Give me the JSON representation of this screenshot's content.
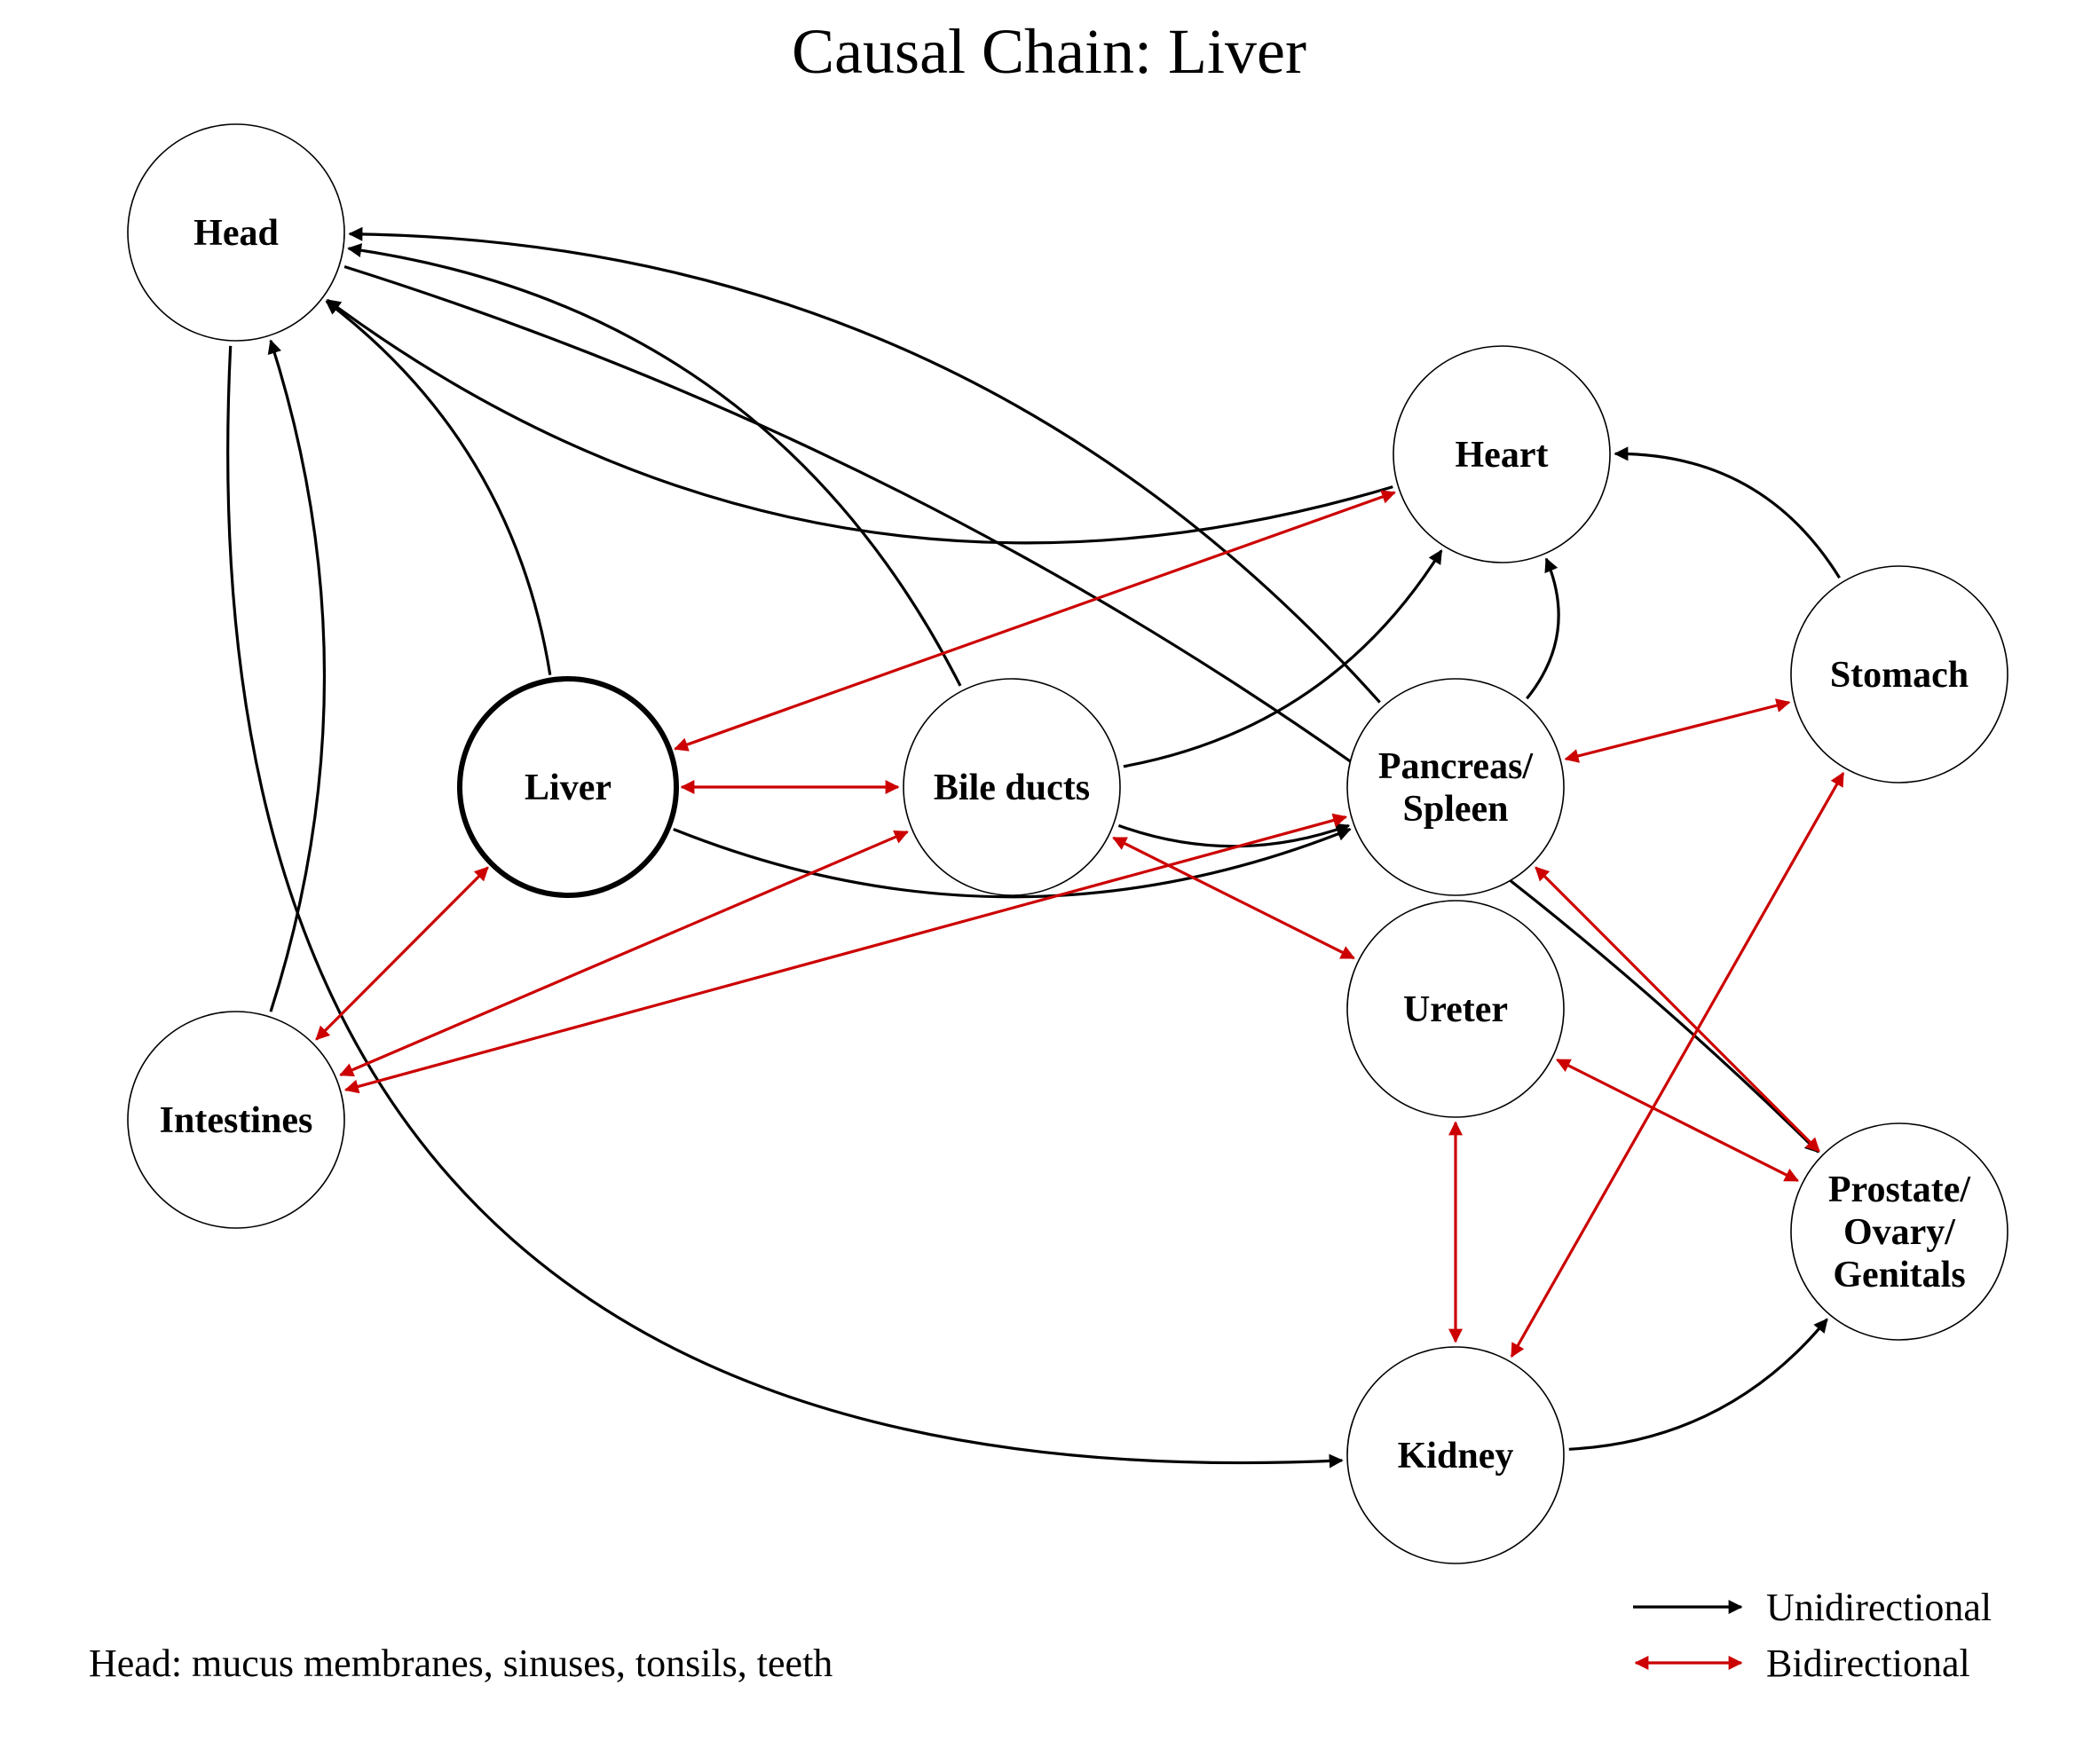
{
  "title": "Causal Chain: Liver",
  "colors": {
    "unidirectional": "#000000",
    "bidirectional": "#cc0000"
  },
  "nodes": [
    {
      "id": "head",
      "label": [
        "Head"
      ],
      "focus": false
    },
    {
      "id": "liver",
      "label": [
        "Liver"
      ],
      "focus": true
    },
    {
      "id": "bile",
      "label": [
        "Bile ducts"
      ],
      "focus": false
    },
    {
      "id": "intestines",
      "label": [
        "Intestines"
      ],
      "focus": false
    },
    {
      "id": "heart",
      "label": [
        "Heart"
      ],
      "focus": false
    },
    {
      "id": "stomach",
      "label": [
        "Stomach"
      ],
      "focus": false
    },
    {
      "id": "pancreas",
      "label": [
        "Pancreas/",
        "Spleen"
      ],
      "focus": false
    },
    {
      "id": "ureter",
      "label": [
        "Ureter"
      ],
      "focus": false
    },
    {
      "id": "prostate",
      "label": [
        "Prostate/",
        "Ovary/",
        "Genitals"
      ],
      "focus": false
    },
    {
      "id": "kidney",
      "label": [
        "Kidney"
      ],
      "focus": false
    }
  ],
  "edges": [
    {
      "from": "liver",
      "to": "head",
      "type": "unidirectional"
    },
    {
      "from": "bile",
      "to": "head",
      "type": "unidirectional"
    },
    {
      "from": "pancreas",
      "to": "head",
      "type": "unidirectional"
    },
    {
      "from": "heart",
      "to": "head",
      "type": "unidirectional"
    },
    {
      "from": "intestines",
      "to": "head",
      "type": "unidirectional"
    },
    {
      "from": "head",
      "to": "prostate",
      "type": "unidirectional"
    },
    {
      "from": "head",
      "to": "kidney",
      "type": "unidirectional"
    },
    {
      "from": "bile",
      "to": "heart",
      "type": "unidirectional"
    },
    {
      "from": "pancreas",
      "to": "heart",
      "type": "unidirectional"
    },
    {
      "from": "stomach",
      "to": "heart",
      "type": "unidirectional"
    },
    {
      "from": "liver",
      "to": "pancreas",
      "type": "unidirectional"
    },
    {
      "from": "bile",
      "to": "pancreas",
      "type": "unidirectional"
    },
    {
      "from": "kidney",
      "to": "prostate",
      "type": "unidirectional"
    },
    {
      "from": "liver",
      "to": "heart",
      "type": "bidirectional"
    },
    {
      "from": "liver",
      "to": "bile",
      "type": "bidirectional"
    },
    {
      "from": "liver",
      "to": "intestines",
      "type": "bidirectional"
    },
    {
      "from": "bile",
      "to": "intestines",
      "type": "bidirectional"
    },
    {
      "from": "pancreas",
      "to": "intestines",
      "type": "bidirectional"
    },
    {
      "from": "bile",
      "to": "ureter",
      "type": "bidirectional"
    },
    {
      "from": "pancreas",
      "to": "stomach",
      "type": "bidirectional"
    },
    {
      "from": "pancreas",
      "to": "prostate",
      "type": "bidirectional"
    },
    {
      "from": "ureter",
      "to": "prostate",
      "type": "bidirectional"
    },
    {
      "from": "ureter",
      "to": "kidney",
      "type": "bidirectional"
    },
    {
      "from": "stomach",
      "to": "kidney",
      "type": "bidirectional"
    }
  ],
  "legend": {
    "unidirectional": "Unidirectional",
    "bidirectional": "Bidirectional"
  },
  "footnote": "Head: mucus membranes, sinuses, tonsils, teeth"
}
